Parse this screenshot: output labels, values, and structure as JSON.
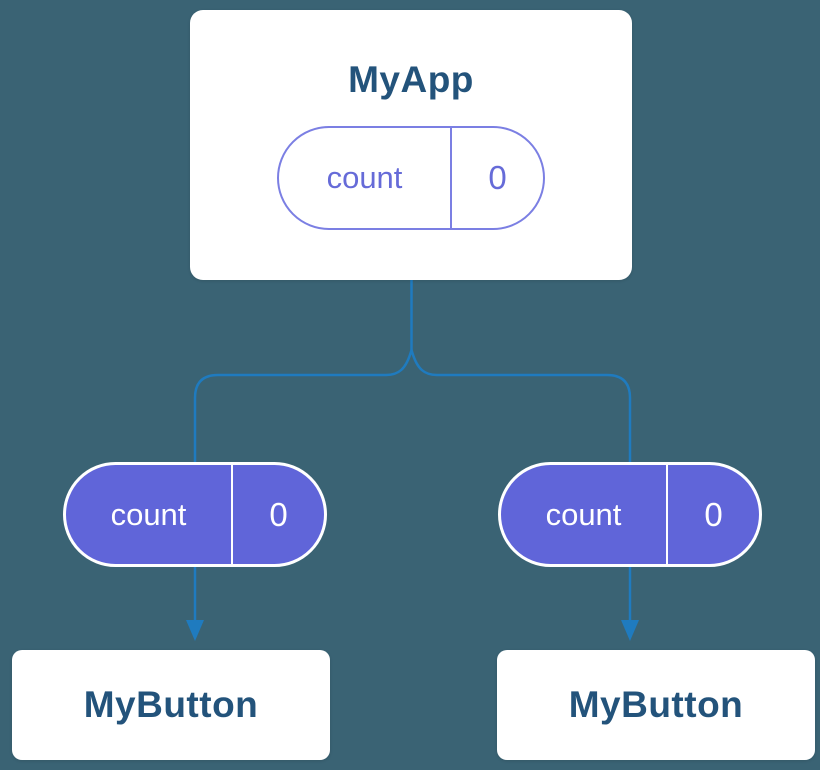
{
  "colors": {
    "background": "#3A6374",
    "card_background": "#FFFFFF",
    "title_text": "#23537B",
    "pill_purple_fill": "#6065D9",
    "pill_purple_border": "#7B7FE3",
    "pill_purple_text": "#666BD8",
    "connector_blue": "#1F7BBF"
  },
  "root_card": {
    "title": "MyApp",
    "state_pill": {
      "label": "count",
      "value": "0"
    }
  },
  "child_pills": [
    {
      "label": "count",
      "value": "0"
    },
    {
      "label": "count",
      "value": "0"
    }
  ],
  "child_cards": [
    {
      "title": "MyButton"
    },
    {
      "title": "MyButton"
    }
  ]
}
